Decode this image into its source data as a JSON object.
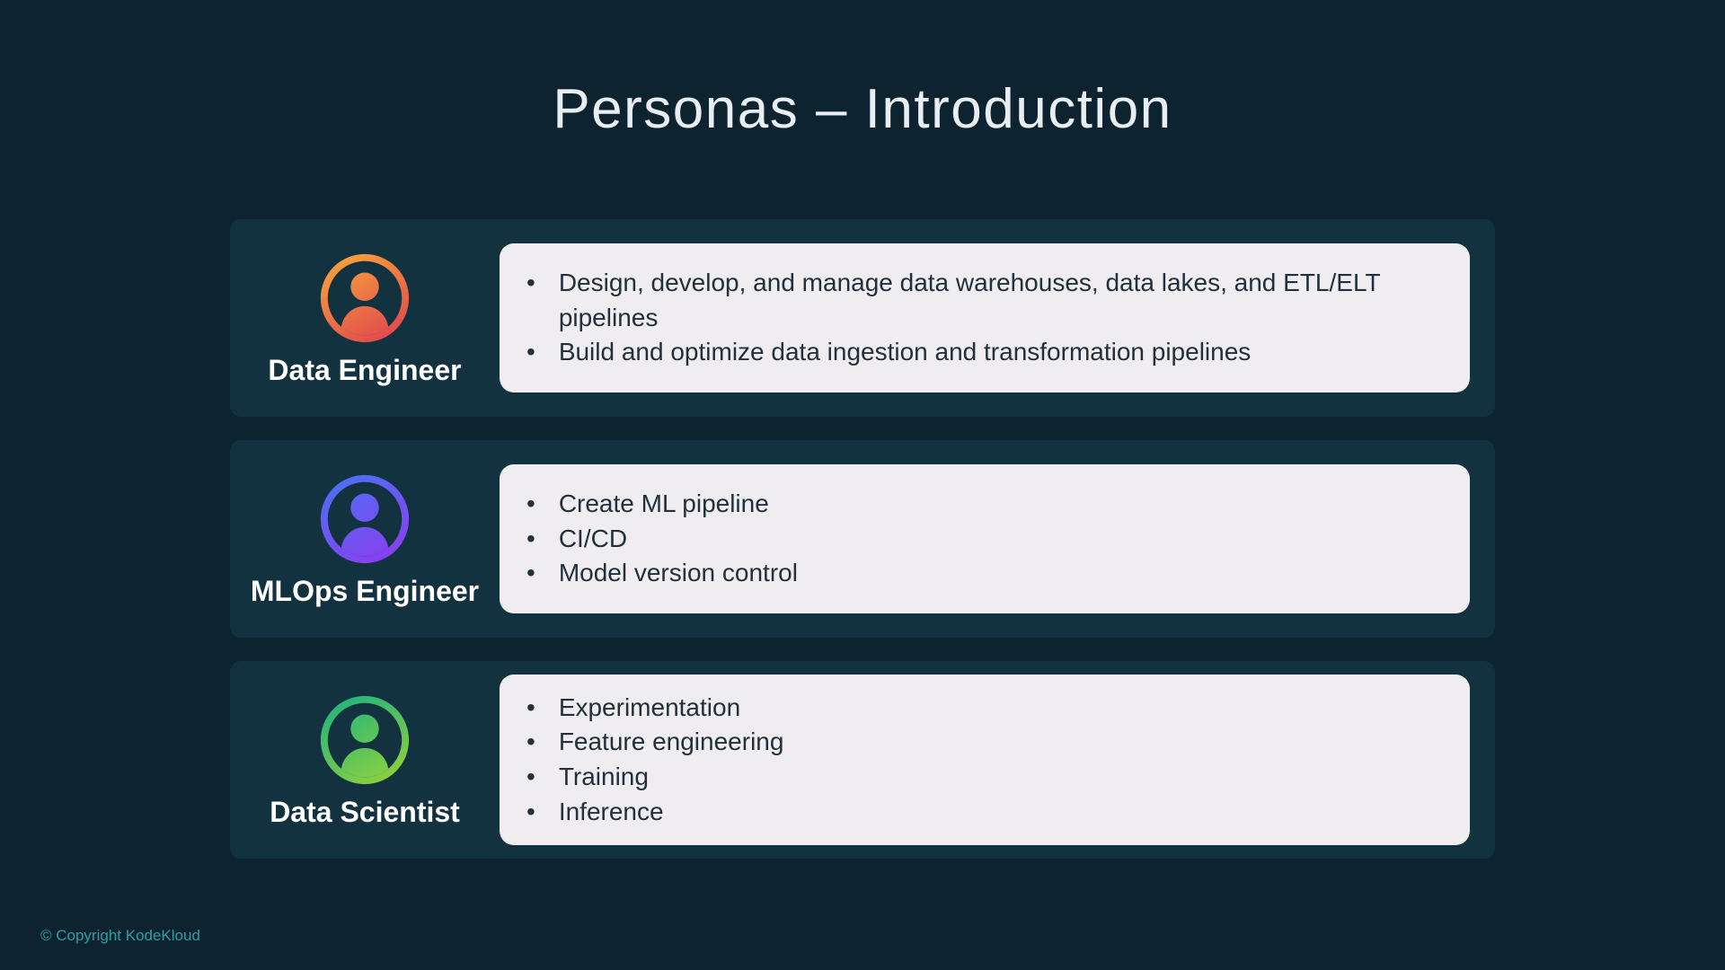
{
  "slide": {
    "title": "Personas – Introduction",
    "copyright": "© Copyright KodeKloud",
    "colors": {
      "background": "#0d2330",
      "row_background": "#123240",
      "card_background": "#f0edf1",
      "card_text": "#22303a",
      "title_text": "#e9eef3",
      "copyright_text": "#2aa0a5"
    }
  },
  "personas": [
    {
      "name": "Data Engineer",
      "icon": "person-avatar-icon",
      "gradient": {
        "from": "#f6a03c",
        "to": "#e0484e"
      },
      "bullets": [
        "Design, develop, and manage data warehouses, data lakes, and ETL/ELT pipelines",
        "Build and optimize data ingestion and transformation pipelines"
      ]
    },
    {
      "name": "MLOps Engineer",
      "icon": "person-avatar-icon",
      "gradient": {
        "from": "#4e6ef2",
        "to": "#8a3ff0"
      },
      "bullets": [
        "Create ML pipeline",
        "CI/CD",
        "Model version control"
      ]
    },
    {
      "name": "Data Scientist",
      "icon": "person-avatar-icon",
      "gradient": {
        "from": "#26b47a",
        "to": "#8ed13e"
      },
      "bullets": [
        "Experimentation",
        "Feature engineering",
        "Training",
        "Inference"
      ]
    }
  ]
}
